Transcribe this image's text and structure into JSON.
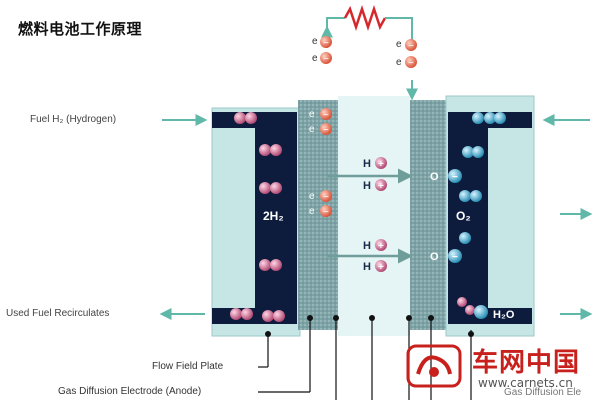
{
  "title": "燃料电池工作原理",
  "labels": {
    "fuel": "Fuel H₂ (Hydrogen)",
    "used_fuel": "Used Fuel Recirculates",
    "flow_field": "Flow Field Plate",
    "gde_anode": "Gas Diffusion Electrode (Anode)",
    "gde_cathode_partial": "Gas Diffusion Ele",
    "h2_label": "2H₂",
    "o2_label": "O₂",
    "h2o_label": "H₂O"
  },
  "particles": {
    "electron_letter": "e",
    "proton_symbol": "H",
    "oxygen_symbol": "O",
    "minus": "−",
    "plus": "+"
  },
  "logo": {
    "name": "车网中国",
    "url": "www.carnets.cn"
  },
  "colors": {
    "frame": "#c6e6e6",
    "chamber": "#0d1b3d",
    "electrode": "#7fa5a8",
    "membrane": "#d7eeee",
    "arrow": "#5fb8a8",
    "electron": "#e8735a",
    "hydrogen": "#d16b8f",
    "oxygen": "#4fb3cf",
    "resistor": "#d6282c",
    "brand": "#c8201d"
  }
}
